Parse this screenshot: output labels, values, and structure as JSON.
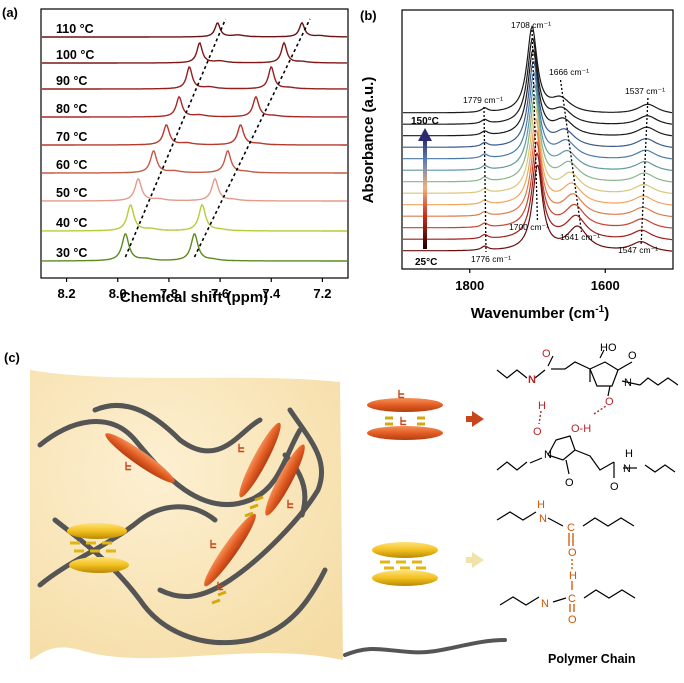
{
  "panel_a": {
    "label": "(a)",
    "xlabel": "Chemical shift (ppm)",
    "xticks": [
      "8.2",
      "8.0",
      "7.8",
      "7.6",
      "7.4",
      "7.2"
    ],
    "temperatures": [
      "110 °C",
      "100 °C",
      "90 °C",
      "80 °C",
      "70 °C",
      "60 °C",
      "50 °C",
      "40 °C",
      "30 °C"
    ],
    "colors": [
      "#6b1212",
      "#7d1818",
      "#941f1f",
      "#a82828",
      "#b63a2c",
      "#c45a45",
      "#e39a8c",
      "#b7cc3a",
      "#5d8a1e"
    ]
  },
  "panel_b": {
    "label": "(b)",
    "xlabel": "Wavenumber (cm",
    "xlabel_sup": "-1",
    "xlabel_end": ")",
    "ylabel": "Absorbance (a.u.)",
    "xticks": [
      "1800",
      "1600"
    ],
    "temp_high": "150°C",
    "temp_low": "25°C",
    "annotations_top": [
      "1708 cm⁻¹",
      "1779 cm⁻¹",
      "1666 cm⁻¹",
      "1537 cm⁻¹"
    ],
    "annotations_bottom": [
      "1700 cm⁻¹",
      "1776 cm⁻¹",
      "1641 cm⁻¹",
      "1547 cm⁻¹"
    ]
  },
  "panel_c": {
    "label": "(c)",
    "legend_polymer": "Polymer Chain"
  },
  "chart_data": [
    {
      "type": "line",
      "title": "",
      "xlabel": "Chemical shift (ppm)",
      "ylabel": "",
      "xlim": [
        8.3,
        7.1
      ],
      "series": [
        {
          "name": "110 °C",
          "peaks_ppm": [
            7.61,
            7.28
          ]
        },
        {
          "name": "100 °C",
          "peaks_ppm": [
            7.68,
            7.35
          ]
        },
        {
          "name": "90 °C",
          "peaks_ppm": [
            7.72,
            7.4
          ]
        },
        {
          "name": "80 °C",
          "peaks_ppm": [
            7.76,
            7.46
          ]
        },
        {
          "name": "70 °C",
          "peaks_ppm": [
            7.81,
            7.52
          ]
        },
        {
          "name": "60 °C",
          "peaks_ppm": [
            7.86,
            7.57
          ]
        },
        {
          "name": "50 °C",
          "peaks_ppm": [
            7.92,
            7.62
          ]
        },
        {
          "name": "40 °C",
          "peaks_ppm": [
            7.95,
            7.67
          ]
        },
        {
          "name": "30 °C",
          "peaks_ppm": [
            7.97,
            7.7
          ]
        }
      ]
    },
    {
      "type": "line",
      "title": "",
      "xlabel": "Wavenumber (cm-1)",
      "ylabel": "Absorbance (a.u.)",
      "xlim": [
        1900,
        1500
      ],
      "temperature_range_c": [
        25,
        150
      ],
      "series_count": 13,
      "bands_high_T": [
        1779,
        1708,
        1666,
        1537
      ],
      "bands_low_T": [
        1776,
        1700,
        1641,
        1547
      ]
    }
  ]
}
